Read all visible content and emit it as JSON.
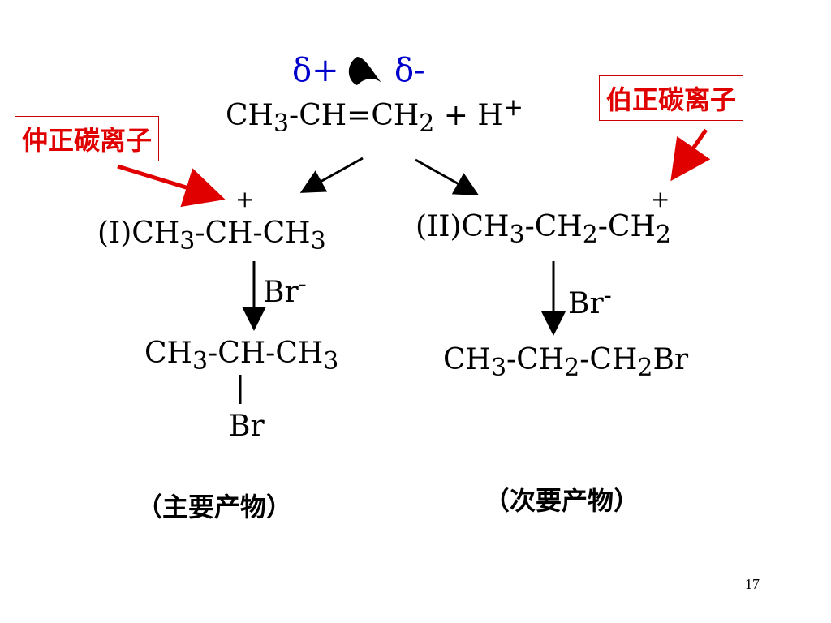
{
  "delta_plus": "δ+",
  "delta_minus": "δ-",
  "reactant": {
    "ch3": "CH",
    "sub3": "3",
    "mid": "-CH=CH",
    "sub2": "2",
    "plus_h": " + H",
    "sup_plus": "+"
  },
  "label_secondary": "仲正碳离子",
  "label_primary": "伯正碳离子",
  "cation_I": {
    "prefix": "(I)CH",
    "s1": "3",
    "mid": "-CH-CH",
    "s2": "3",
    "charge": "+"
  },
  "cation_II": {
    "prefix": "(II)CH",
    "s1": "3",
    "mid1": "-CH",
    "s2": "2",
    "mid2": "-CH",
    "s3": "2",
    "charge": "+"
  },
  "bromide_left": {
    "br": "Br",
    "charge": "-"
  },
  "bromide_right": {
    "br": "Br",
    "charge": "-"
  },
  "product_I": {
    "a": "CH",
    "s1": "3",
    "b": "-CH-CH",
    "s2": "3",
    "br": "Br"
  },
  "product_II": {
    "a": "CH",
    "s1": "3",
    "b": "-CH",
    "s2": "2",
    "c": "-CH",
    "s3": "2",
    "d": "Br"
  },
  "major": "（主要产物）",
  "minor": "（次要产物）",
  "page_number": "17",
  "colors": {
    "red": "#e00000",
    "blue": "#0000cc",
    "black": "#000000"
  }
}
